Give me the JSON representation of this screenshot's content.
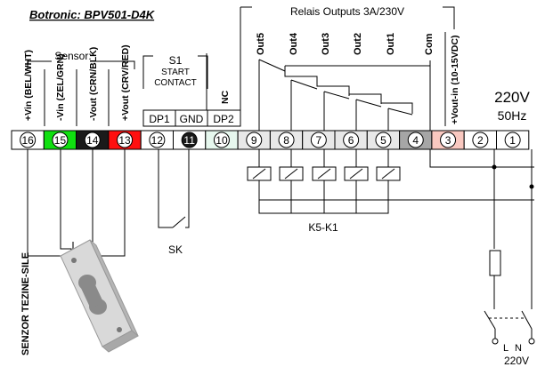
{
  "title": "Botronic: BPV501-D4K",
  "relay_header": "Relais Outputs 3A/230V",
  "sensor_header": "Sensor:",
  "s1_block": {
    "line1": "S1",
    "line2": "START",
    "line3": "CONTACT"
  },
  "power": {
    "voltage": "220V",
    "frequency": "50Hz",
    "l_label": "L",
    "n_label": "N",
    "bottom_voltage": "220V"
  },
  "relay_bank_label": "K5-K1",
  "switch_label": "SK",
  "sensor_side_label": "SENZOR TEZINE-SILE",
  "sensor_labels": [
    {
      "id": "16",
      "text": "+Vin (BEL/WHT)"
    },
    {
      "id": "15",
      "text": "-Vin (ZEL/GRN)"
    },
    {
      "id": "14",
      "text": "-Vout (CRN/BLK)"
    },
    {
      "id": "13",
      "text": "+Vout (CRV/RED)"
    }
  ],
  "sub_labels": {
    "dp1": "DP1",
    "gnd": "GND",
    "dp2": "DP2",
    "nc": "NC"
  },
  "relay_labels": [
    "Out5",
    "Out4",
    "Out3",
    "Out2",
    "Out1",
    "Com"
  ],
  "vout_label": "+Vout-in (10-15VDC)",
  "terminals": [
    {
      "num": "16",
      "bg": "#ffffff",
      "circle": "#ffffff",
      "numcolor": "#000000"
    },
    {
      "num": "15",
      "bg": "#10e010",
      "circle": "#ffffff",
      "numcolor": "#000000"
    },
    {
      "num": "14",
      "bg": "#1a1a1a",
      "circle": "#ffffff",
      "numcolor": "#000000"
    },
    {
      "num": "13",
      "bg": "#ff1010",
      "circle": "#ffffff",
      "numcolor": "#000000"
    },
    {
      "num": "12",
      "bg": "#ffffff",
      "circle": "#ffffff",
      "numcolor": "#000000"
    },
    {
      "num": "11",
      "bg": "#ffffff",
      "circle": "#1a1a1a",
      "numcolor": "#ffffff"
    },
    {
      "num": "10",
      "bg": "#e6f7ee",
      "circle": "#ffffff",
      "numcolor": "#000000"
    },
    {
      "num": "9",
      "bg": "#e8e8e8",
      "circle": "#ffffff",
      "numcolor": "#000000"
    },
    {
      "num": "8",
      "bg": "#e8e8e8",
      "circle": "#ffffff",
      "numcolor": "#000000"
    },
    {
      "num": "7",
      "bg": "#e8e8e8",
      "circle": "#ffffff",
      "numcolor": "#000000"
    },
    {
      "num": "6",
      "bg": "#e8e8e8",
      "circle": "#ffffff",
      "numcolor": "#000000"
    },
    {
      "num": "5",
      "bg": "#e8e8e8",
      "circle": "#ffffff",
      "numcolor": "#000000"
    },
    {
      "num": "4",
      "bg": "#a6a6a6",
      "circle": "#ffffff",
      "numcolor": "#000000"
    },
    {
      "num": "3",
      "bg": "#f9c8c0",
      "circle": "#ffffff",
      "numcolor": "#000000"
    },
    {
      "num": "2",
      "bg": "#ffffff",
      "circle": "#ffffff",
      "numcolor": "#000000"
    },
    {
      "num": "1",
      "bg": "#ffffff",
      "circle": "#ffffff",
      "numcolor": "#000000"
    }
  ]
}
